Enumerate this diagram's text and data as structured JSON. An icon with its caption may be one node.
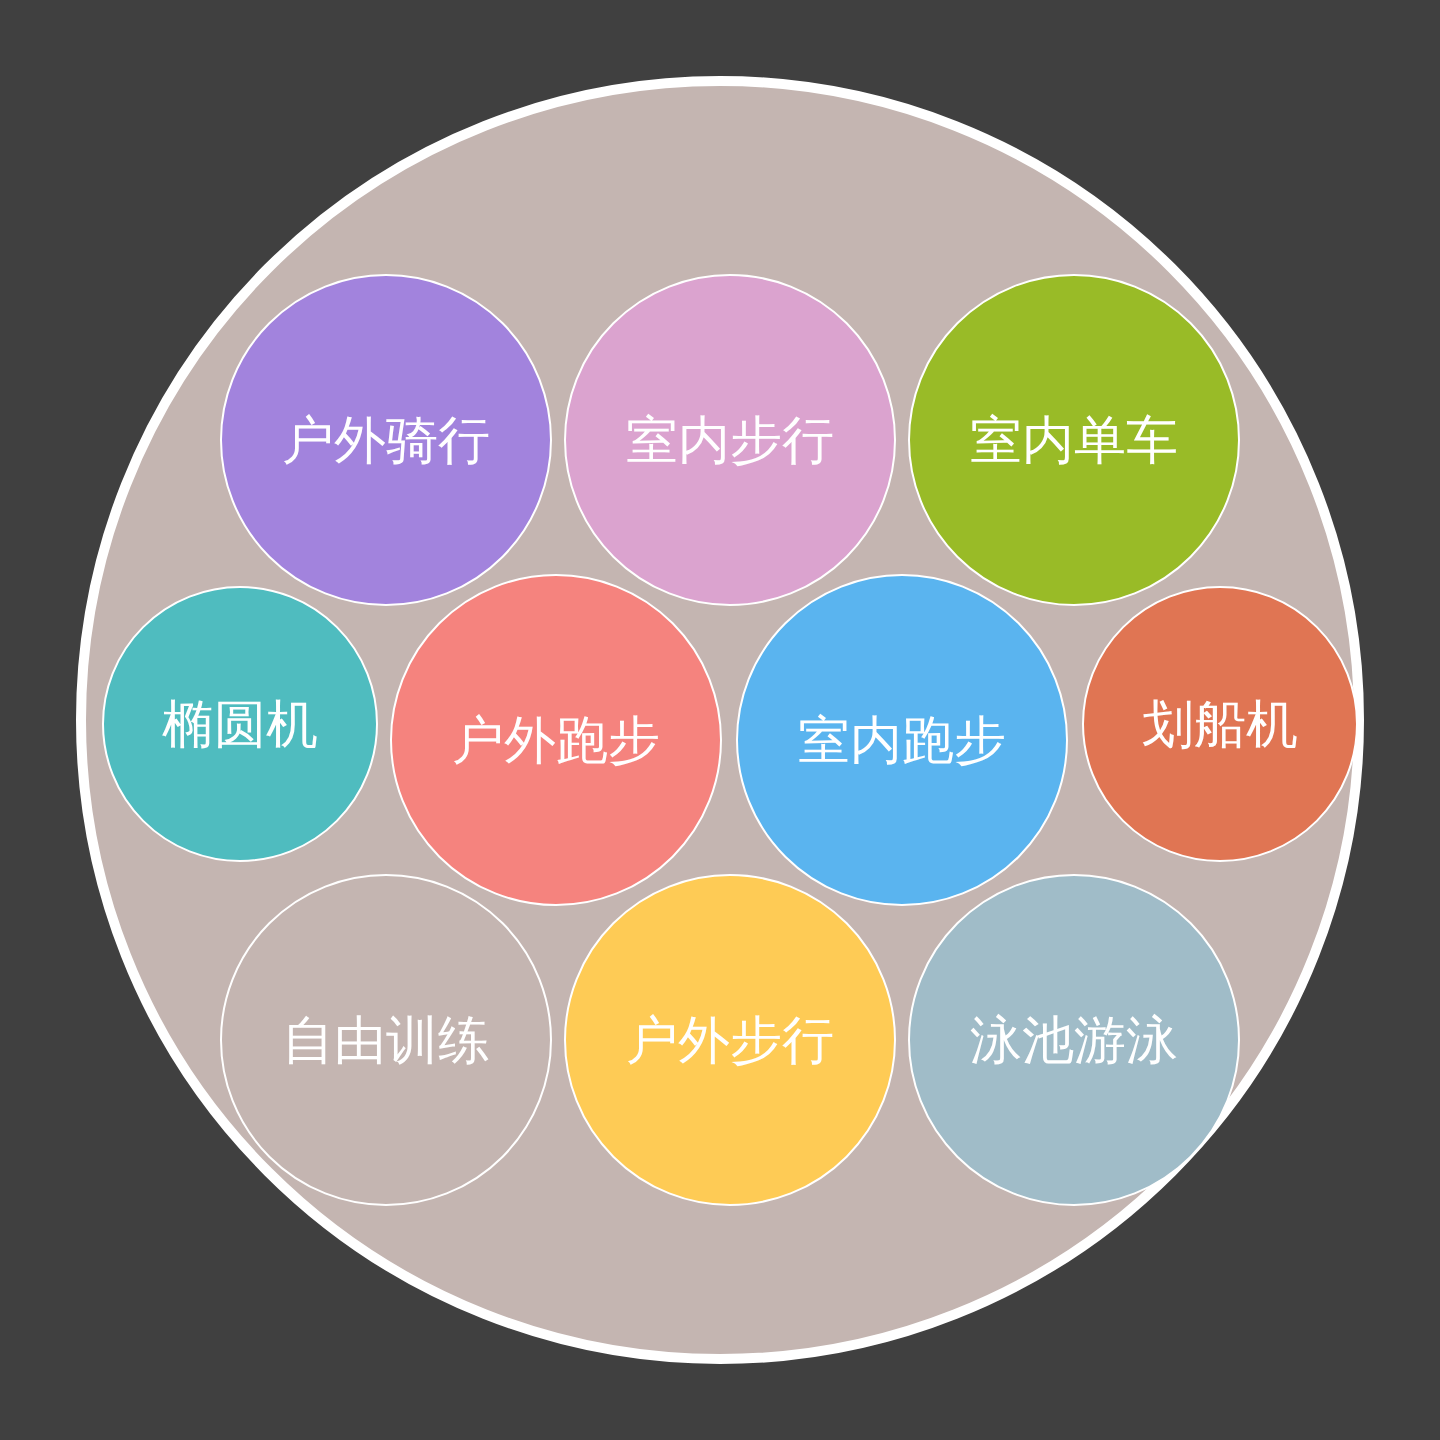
{
  "diagram": {
    "nodes": [
      {
        "text": [],
        "shape": "circle"
      },
      {
        "text": [
          "户外骑行"
        ],
        "in": 0
      },
      {
        "text": [
          "室内步行"
        ],
        "in": 0
      },
      {
        "text": [
          "室内单车"
        ],
        "in": 0
      },
      {
        "text": [
          "椭圆机"
        ],
        "in": 0
      },
      {
        "text": [
          "户外跑步"
        ],
        "in": 0
      },
      {
        "text": [
          "室内跑步"
        ],
        "in": 0
      },
      {
        "text": [
          "划船机"
        ],
        "in": 0
      },
      {
        "text": [
          "自由训练"
        ],
        "in": 0
      },
      {
        "text": [
          "户外步行"
        ],
        "in": 0
      },
      {
        "text": [
          "泳池游泳"
        ],
        "in": 0
      }
    ]
  }
}
